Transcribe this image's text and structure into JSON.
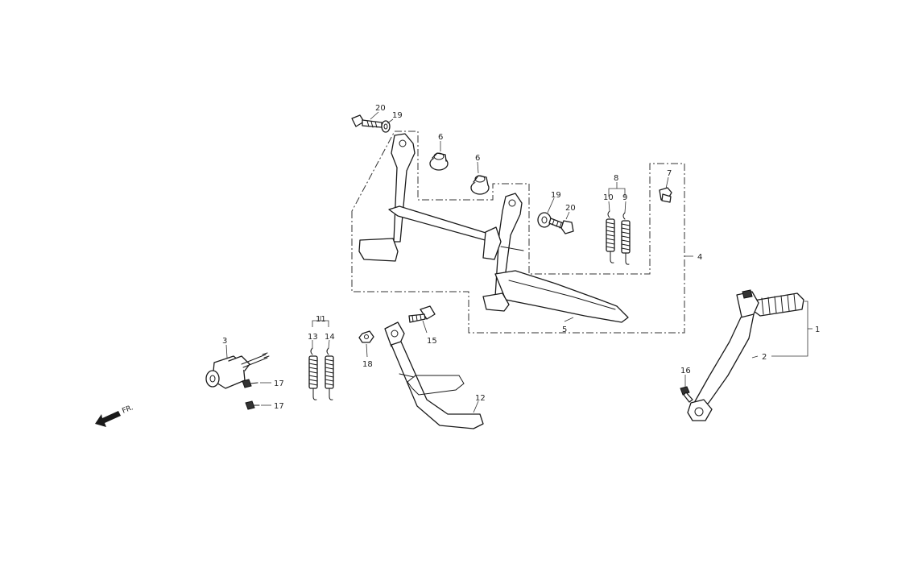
{
  "callouts": [
    {
      "id": "c1",
      "text": "1"
    },
    {
      "id": "c2",
      "text": "2"
    },
    {
      "id": "c3",
      "text": "3"
    },
    {
      "id": "c4",
      "text": "4"
    },
    {
      "id": "c5",
      "text": "5"
    },
    {
      "id": "c6a",
      "text": "6"
    },
    {
      "id": "c6b",
      "text": "6"
    },
    {
      "id": "c7",
      "text": "7"
    },
    {
      "id": "c8",
      "text": "8"
    },
    {
      "id": "c9",
      "text": "9"
    },
    {
      "id": "c10",
      "text": "10"
    },
    {
      "id": "c11",
      "text": "11"
    },
    {
      "id": "c12",
      "text": "12"
    },
    {
      "id": "c13",
      "text": "13"
    },
    {
      "id": "c14",
      "text": "14"
    },
    {
      "id": "c15",
      "text": "15"
    },
    {
      "id": "c16",
      "text": "16"
    },
    {
      "id": "c17a",
      "text": "17"
    },
    {
      "id": "c17b",
      "text": "17"
    },
    {
      "id": "c18",
      "text": "18"
    },
    {
      "id": "c19a",
      "text": "19"
    },
    {
      "id": "c19b",
      "text": "19"
    },
    {
      "id": "c20a",
      "text": "20"
    },
    {
      "id": "c20b",
      "text": "20"
    }
  ],
  "direction": {
    "label": "FR.",
    "icon": "front-direction-arrow-icon"
  },
  "colors": {
    "line": "#1a1a1a",
    "background": "#ffffff"
  }
}
